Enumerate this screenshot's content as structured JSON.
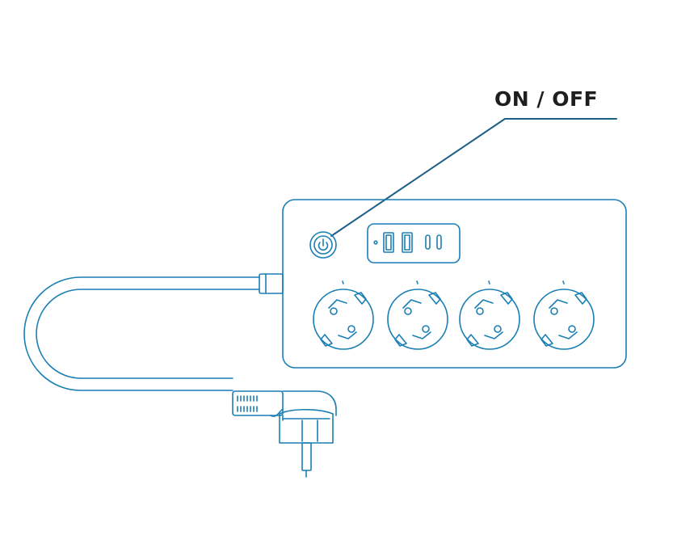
{
  "callout": {
    "label": "ON / OFF"
  },
  "colors": {
    "outline": "#1a7fb4",
    "leader": "#1e5f87",
    "label": "#1e1e1e",
    "background": "#ffffff"
  },
  "device": {
    "power_button_icon": "power-icon",
    "usb_a_ports": 2,
    "usb_c_ports": 2,
    "sockets": 4
  }
}
